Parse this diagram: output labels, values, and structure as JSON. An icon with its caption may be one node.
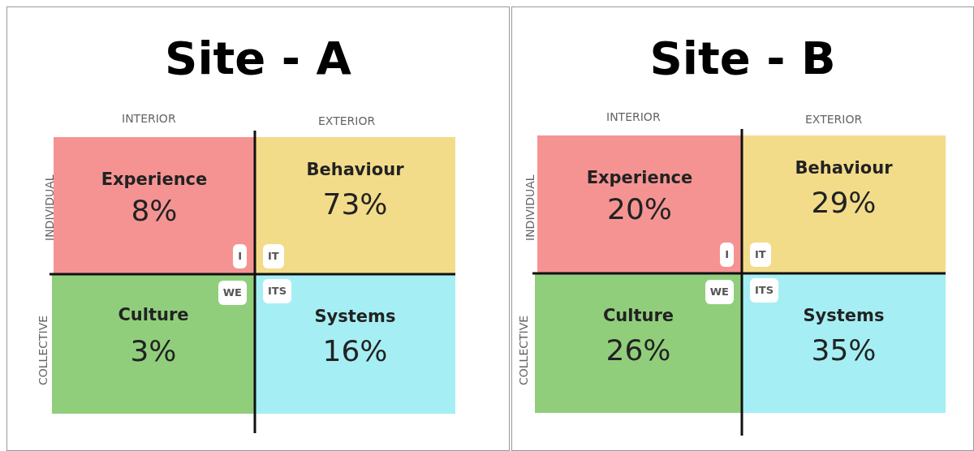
{
  "diagram": {
    "nodes": [
      {
        "text": [
          "Site - A"
        ]
      },
      {
        "text": [
          "Experience",
          "8%"
        ],
        "in": 0
      },
      {
        "text": [
          "I"
        ],
        "in": 1
      },
      {
        "text": [
          "Behaviour",
          "73%"
        ],
        "in": 0
      },
      {
        "text": [
          "IT"
        ],
        "in": 3
      },
      {
        "text": [
          "Culture",
          "3%"
        ],
        "in": 0
      },
      {
        "text": [
          "WE"
        ],
        "in": 5
      },
      {
        "text": [
          "Systems",
          "16%"
        ],
        "in": 0
      },
      {
        "text": [
          "ITS"
        ],
        "in": 7
      },
      {
        "text": [
          "Site - B"
        ]
      },
      {
        "text": [
          "Experience",
          "20%"
        ],
        "in": 9
      },
      {
        "text": [
          "I"
        ],
        "in": 10
      },
      {
        "text": [
          "Behaviour",
          "29%"
        ],
        "in": 9
      },
      {
        "text": [
          "IT"
        ],
        "in": 12
      },
      {
        "text": [
          "Culture",
          "26%"
        ],
        "in": 9
      },
      {
        "text": [
          "WE"
        ],
        "in": 14
      },
      {
        "text": [
          "Systems",
          "35%"
        ],
        "in": 9
      },
      {
        "text": [
          "ITS"
        ],
        "in": 16
      }
    ],
    "labels": [
      "INTERIOR",
      "EXTERIOR",
      "INTERIOR",
      "EXTERIOR",
      "INDIVIDUAL",
      "INDIVIDUAL",
      "COLLECTIVE",
      "COLLECTIVE"
    ]
  }
}
